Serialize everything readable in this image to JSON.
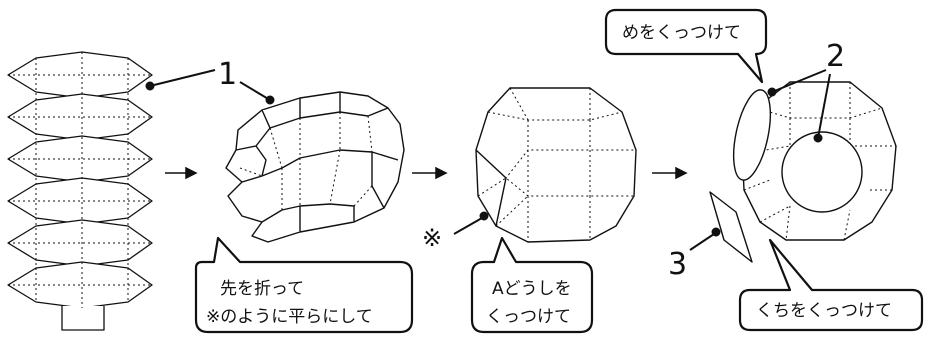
{
  "callouts": {
    "step1_number": "1",
    "step2_number": "2",
    "step3_number": "3",
    "note_mark": "※"
  },
  "bubbles": {
    "fold_line1": "先を折って",
    "fold_line2": "※のように平らにして",
    "join_a_line1": "Aどうしを",
    "join_a_line2": "くっつけて",
    "join_eyes": "めをくっつけて",
    "join_mouth": "くちをくっつけて"
  },
  "colors": {
    "stroke": "#111111",
    "fill": "#ffffff"
  }
}
